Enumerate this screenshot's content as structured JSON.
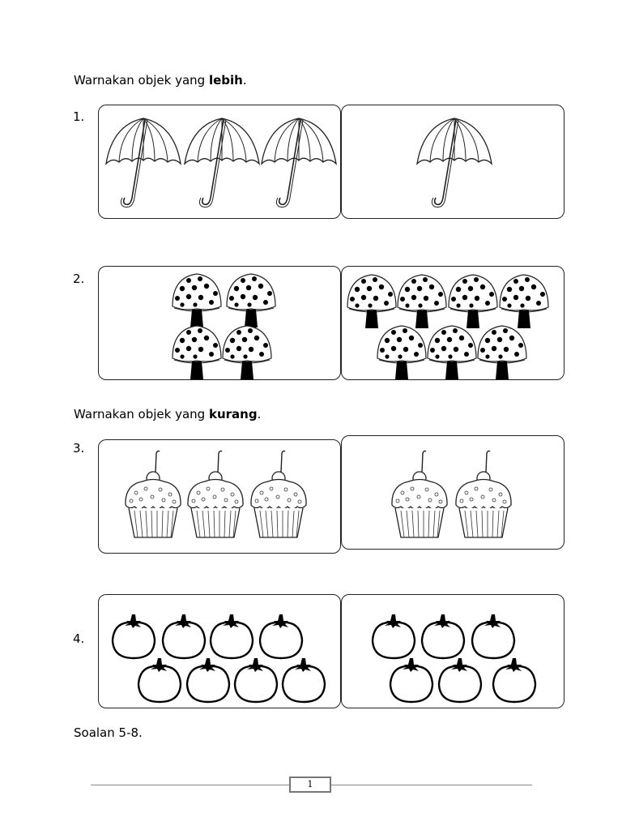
{
  "worksheet": {
    "section1": {
      "prefix": "Warnakan objek yang ",
      "keyword": "lebih",
      "suffix": "."
    },
    "section2": {
      "prefix": "Warnakan objek yang ",
      "keyword": "kurang",
      "suffix": "."
    },
    "footer_note": "Soalan 5-8.",
    "page_number": "1"
  },
  "questions": [
    {
      "number": "1.",
      "object_icon": "umbrella-icon",
      "left_count": 3,
      "right_count": 1
    },
    {
      "number": "2.",
      "object_icon": "mushroom-icon",
      "left_count": 4,
      "right_count": 7
    },
    {
      "number": "3.",
      "object_icon": "cupcake-icon",
      "left_count": 3,
      "right_count": 2
    },
    {
      "number": "4.",
      "object_icon": "tomato-icon",
      "left_count": 8,
      "right_count": 6
    }
  ]
}
